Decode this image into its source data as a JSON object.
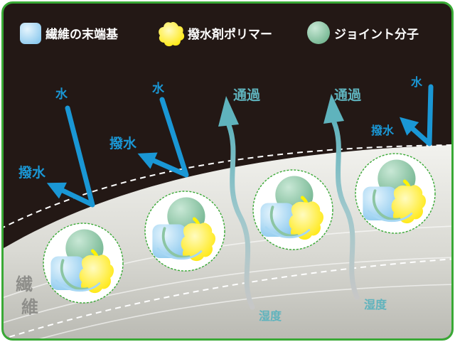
{
  "legend": {
    "fiber_end_group": "繊維の末端基",
    "water_repellent_polymer": "撥水剤ポリマー",
    "joint_molecule": "ジョイント分子"
  },
  "labels": {
    "water": "水",
    "repel": "撥水",
    "pass": "通過",
    "humidity": "湿度",
    "fiber_char1": "繊",
    "fiber_char2": "維"
  },
  "colors": {
    "frame": "#39a935",
    "background": "#231815",
    "water_arrow": "#1a97d5",
    "vapor_arrow": "#5fb3bd",
    "fiber_end_group": "#a8d8f4",
    "polymer": "#fff200",
    "joint": "#8cc5a3"
  },
  "icons": [
    "blue-square-icon",
    "yellow-blob-icon",
    "green-sphere-icon"
  ]
}
